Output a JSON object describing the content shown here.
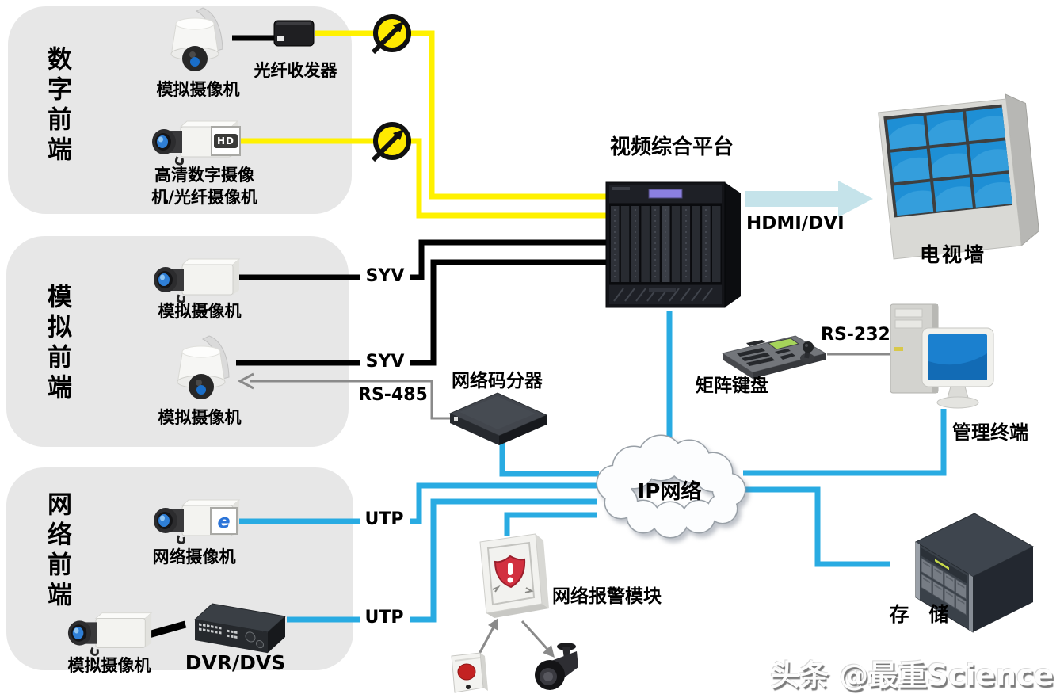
{
  "groups": {
    "digital": "数字前端",
    "analog": "模拟前端",
    "network": "网络前端"
  },
  "devices": {
    "dome_camera_1": "模拟摄像机",
    "fiber_transceiver": "光纤收发器",
    "hd_camera_line1": "高清数字摄像",
    "hd_camera_line2": "机/光纤摄像机",
    "hd_badge": "HD",
    "box_camera_1": "模拟摄像机",
    "dome_camera_2": "模拟摄像机",
    "network_camera": "网络摄像机",
    "ie_badge": "e",
    "box_camera_2": "模拟摄像机",
    "dvr": "DVR/DVS",
    "platform": "视频综合平台",
    "tv_wall": "电视墙",
    "matrix_keyboard": "矩阵键盘",
    "terminal": "管理终端",
    "code_splitter": "网络码分器",
    "ip_cloud": "IP网络",
    "alarm_module": "网络报警模块",
    "storage": "存　储"
  },
  "links": {
    "syv_1": "SYV",
    "syv_2": "SYV",
    "rs485": "RS-485",
    "utp_1": "UTP",
    "utp_2": "UTP",
    "hdmi_dvi": "HDMI/DVI",
    "rs232": "RS-232"
  },
  "watermark": "头条 @最重Science",
  "colors": {
    "fiber_line": "#FFF100",
    "coax_line": "#000000",
    "network_line": "#29ABE2",
    "serial_line": "#8A8A8A",
    "hdmi_arrow": "#C5E3EA",
    "group_box": "#E7E7E7",
    "alert_red": "#D23040",
    "screen_blue": "#1E8FD5"
  }
}
